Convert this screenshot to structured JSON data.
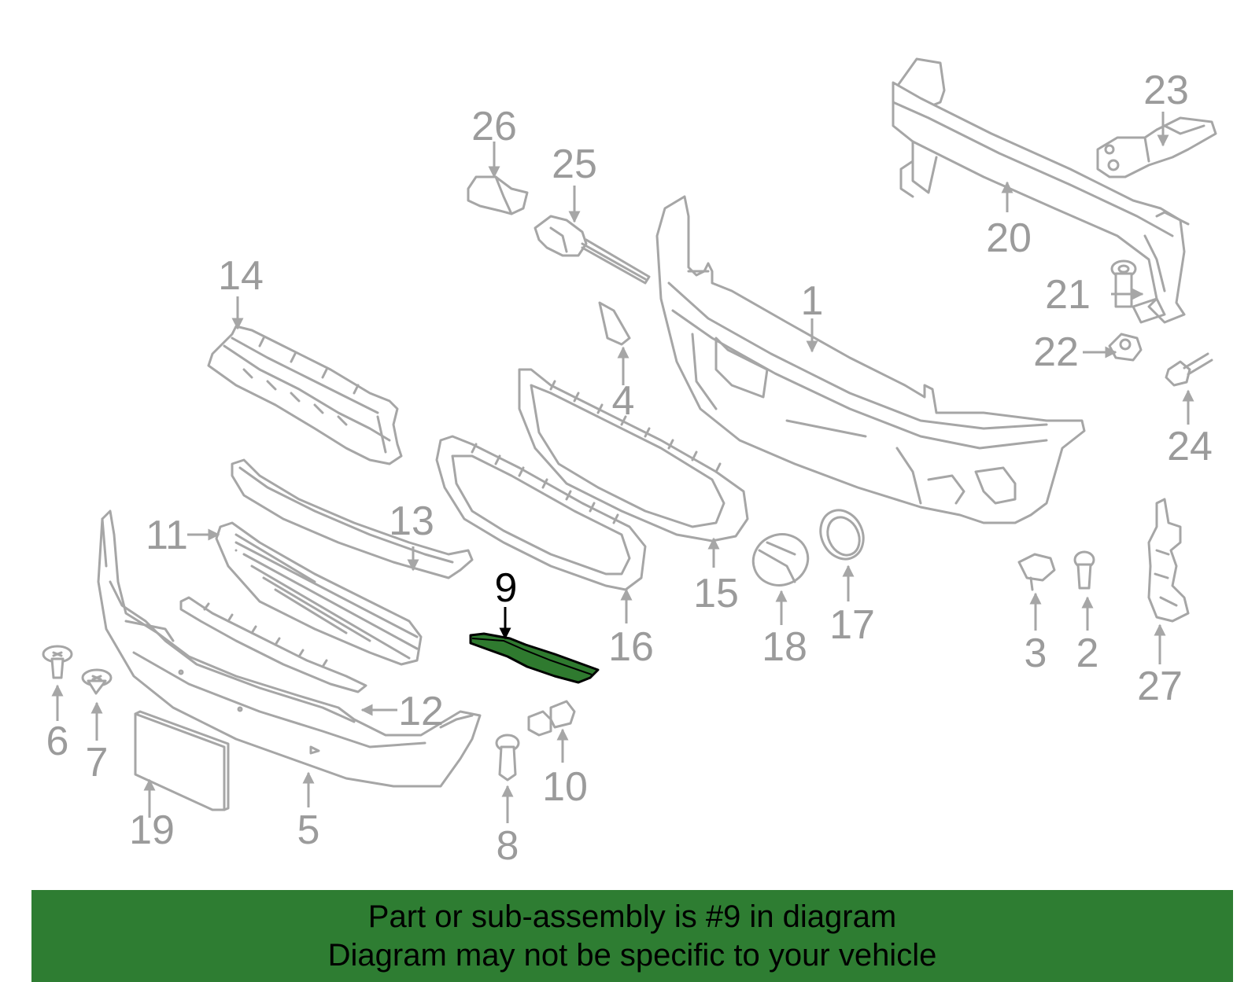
{
  "diagram": {
    "highlighted_part": "9",
    "callouts": [
      {
        "label": "1"
      },
      {
        "label": "2"
      },
      {
        "label": "3"
      },
      {
        "label": "4"
      },
      {
        "label": "5"
      },
      {
        "label": "6"
      },
      {
        "label": "7"
      },
      {
        "label": "8"
      },
      {
        "label": "9"
      },
      {
        "label": "10"
      },
      {
        "label": "11"
      },
      {
        "label": "12"
      },
      {
        "label": "13"
      },
      {
        "label": "14"
      },
      {
        "label": "15"
      },
      {
        "label": "16"
      },
      {
        "label": "17"
      },
      {
        "label": "18"
      },
      {
        "label": "19"
      },
      {
        "label": "20"
      },
      {
        "label": "21"
      },
      {
        "label": "22"
      },
      {
        "label": "23"
      },
      {
        "label": "24"
      },
      {
        "label": "25"
      },
      {
        "label": "26"
      },
      {
        "label": "27"
      }
    ]
  },
  "colors": {
    "banner_bg": "#2e7d32",
    "highlight_part": "#2f7a2f",
    "line_gray": "#a6a6a6",
    "label_gray": "#9b9b9b"
  },
  "banner": {
    "line1": "Part or sub-assembly is #9 in diagram",
    "line2": "Diagram may not be specific to your vehicle"
  }
}
